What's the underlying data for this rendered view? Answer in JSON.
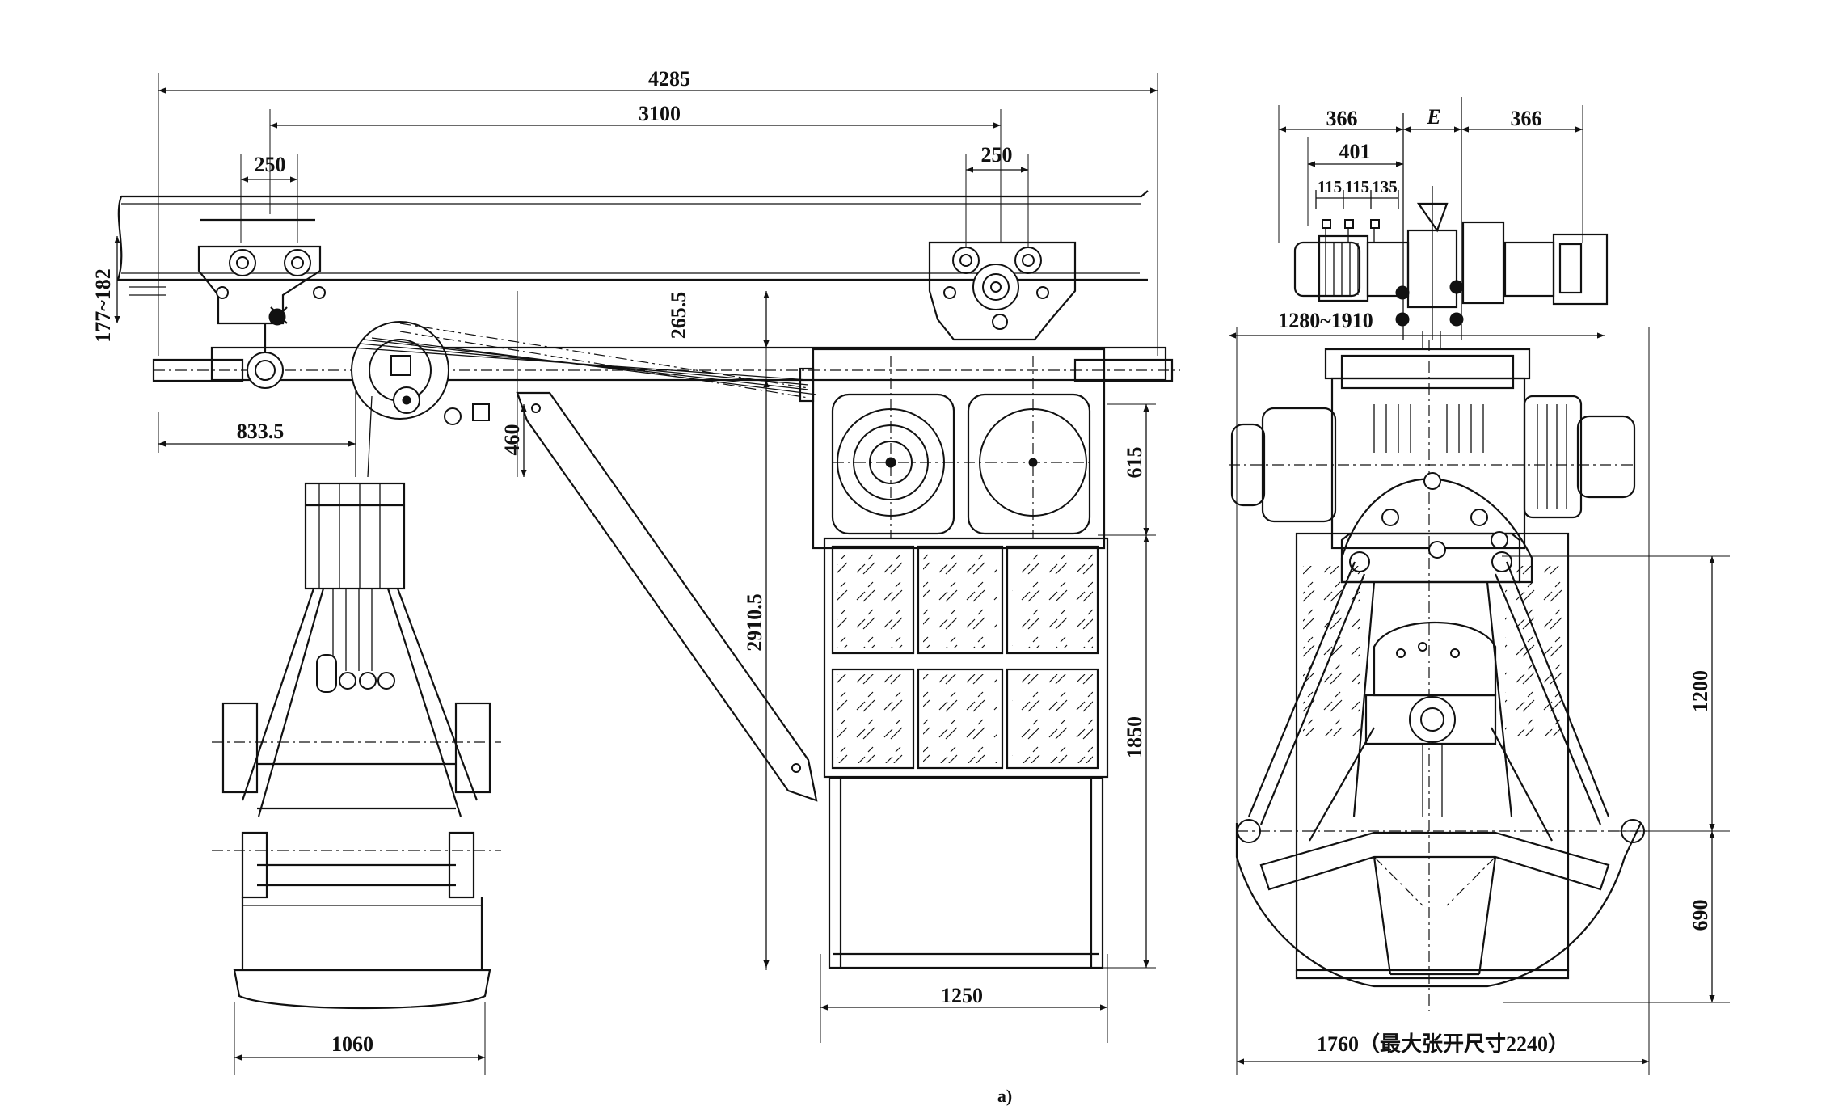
{
  "dimensions": {
    "overall_length": "4285",
    "rail_span": "3100",
    "wheel_base_left": "250",
    "wheel_base_right": "250",
    "hook_offset": "177~182",
    "crane_offset": "265.5",
    "trolley_offset": "833.5",
    "arm_height": "460",
    "cabin_top": "615",
    "total_height": "2910.5",
    "cabin_height": "1850",
    "cabin_width": "1250",
    "grab_width_side": "1060",
    "side_left": "366",
    "side_gap": "E",
    "side_right": "366",
    "side_inner": "401",
    "pitch_1": "115",
    "pitch_2": "115",
    "pitch_3": "135",
    "range": "1280~1910",
    "grab_upper": "1200",
    "grab_lower": "690",
    "grab_width_front": "1760（最大张开尺寸2240）"
  },
  "caption": "a)"
}
